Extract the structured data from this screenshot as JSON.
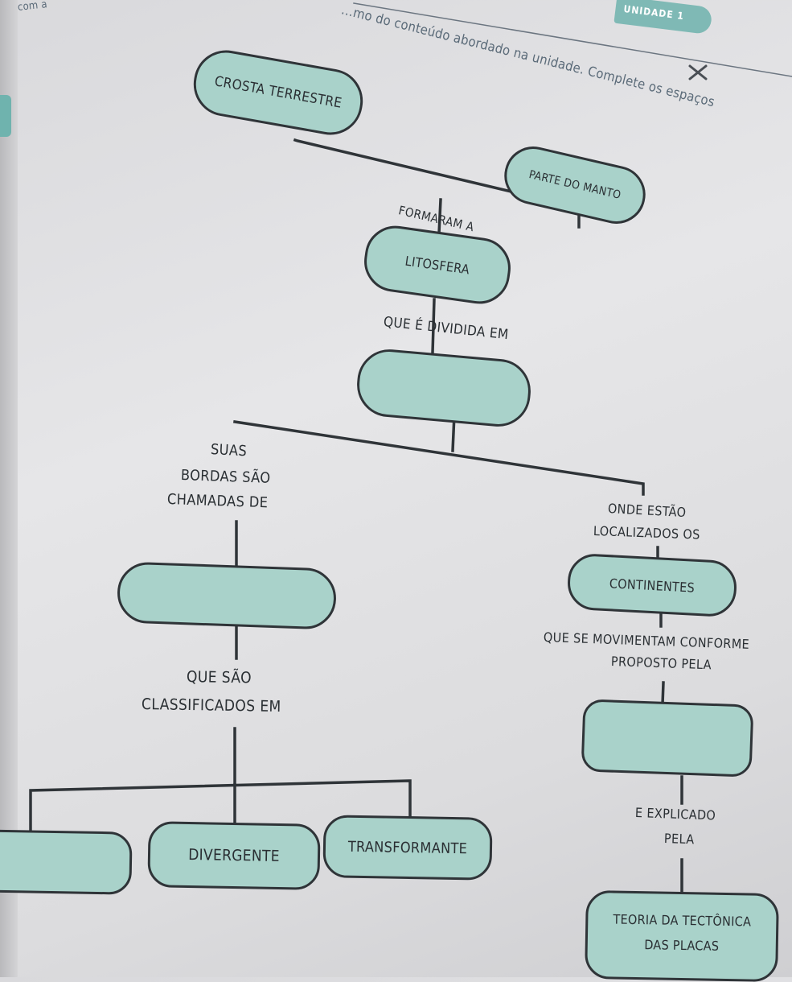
{
  "header": {
    "corner_text": "com a",
    "instruction": "…mo do conteúdo abordado na unidade. Complete os espaços",
    "unit_badge": "UNIDADE 1",
    "pencil_icon": "pencil-icon"
  },
  "diagram": {
    "nodes": {
      "crosta": "CROSTA TERRESTRE",
      "manto": "PARTE DO MANTO",
      "litosfera": "LITOSFERA",
      "blank_placas": "",
      "blank_limites": "",
      "continentes": "CONTINENTES",
      "blank_deriva": "",
      "blank_convergente": "",
      "divergente": "DIVERGENTE",
      "transformante": "TRANSFORMANTE",
      "teoria_line1": "TEORIA DA TECTÔNICA",
      "teoria_line2": "DAS PLACAS"
    },
    "connectors": {
      "formaram": "FORMARAM A",
      "dividida": "QUE É DIVIDIDA EM",
      "suas_1": "SUAS",
      "suas_2": "BORDAS SÃO",
      "suas_3": "CHAMADAS DE",
      "onde_1": "ONDE ESTÃO",
      "onde_2": "LOCALIZADOS OS",
      "movimentam_1": "QUE SE MOVIMENTAM CONFORME",
      "movimentam_2": "PROPOSTO PELA",
      "classificados_1": "QUE SÃO",
      "classificados_2": "CLASSIFICADOS EM",
      "explicado_1": "E EXPLICADO",
      "explicado_2": "PELA"
    }
  }
}
